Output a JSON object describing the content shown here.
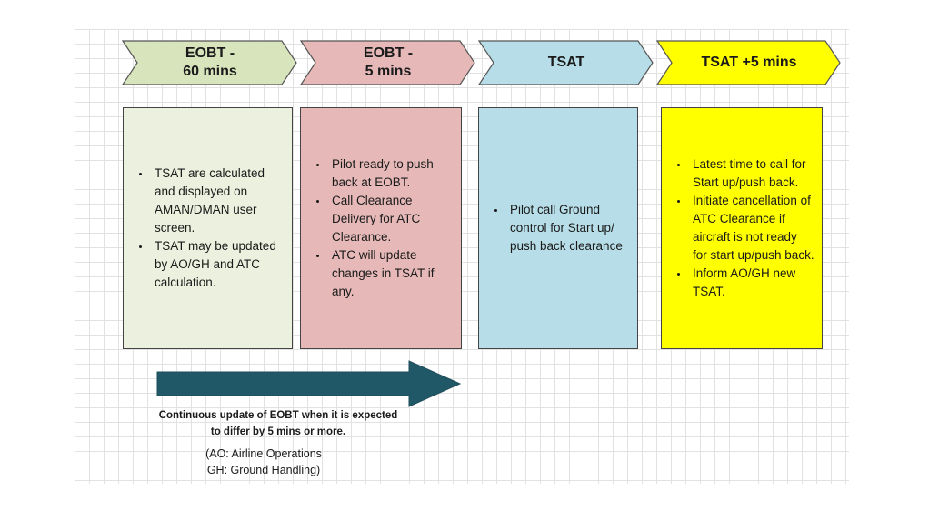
{
  "stages": [
    {
      "label": "EOBT -\n60 mins",
      "color": "#d8e4bc"
    },
    {
      "label": "EOBT -\n5 mins",
      "color": "#e6b9b8"
    },
    {
      "label": "TSAT",
      "color": "#b7dee8"
    },
    {
      "label": "TSAT +5 mins",
      "color": "#ffff00"
    }
  ],
  "boxes": [
    {
      "color": "#ebf1de",
      "items": [
        "TSAT are calculated and displayed on AMAN/DMAN user screen.",
        "TSAT may be updated by AO/GH and ATC calculation."
      ]
    },
    {
      "color": "#e6b9b8",
      "items": [
        "Pilot ready to push back at EOBT.",
        "Call Clearance Delivery  for ATC Clearance.",
        "ATC will update changes in TSAT if any."
      ]
    },
    {
      "color": "#b7dee8",
      "items": [
        "Pilot call Ground control for Start up/ push back clearance"
      ]
    },
    {
      "color": "#ffff00",
      "items": [
        "Latest time to call for Start up/push back.",
        "Initiate cancellation of ATC Clearance if aircraft is not ready for start up/push back.",
        "Inform AO/GH new TSAT."
      ]
    }
  ],
  "arrow_color": "#215868",
  "caption": {
    "line1": "Continuous update of EOBT when it is expected",
    "line2": "to differ by 5 mins or more."
  },
  "legend": {
    "line1": "(AO: Airline Operations",
    "line2": "GH: Ground Handling)"
  }
}
